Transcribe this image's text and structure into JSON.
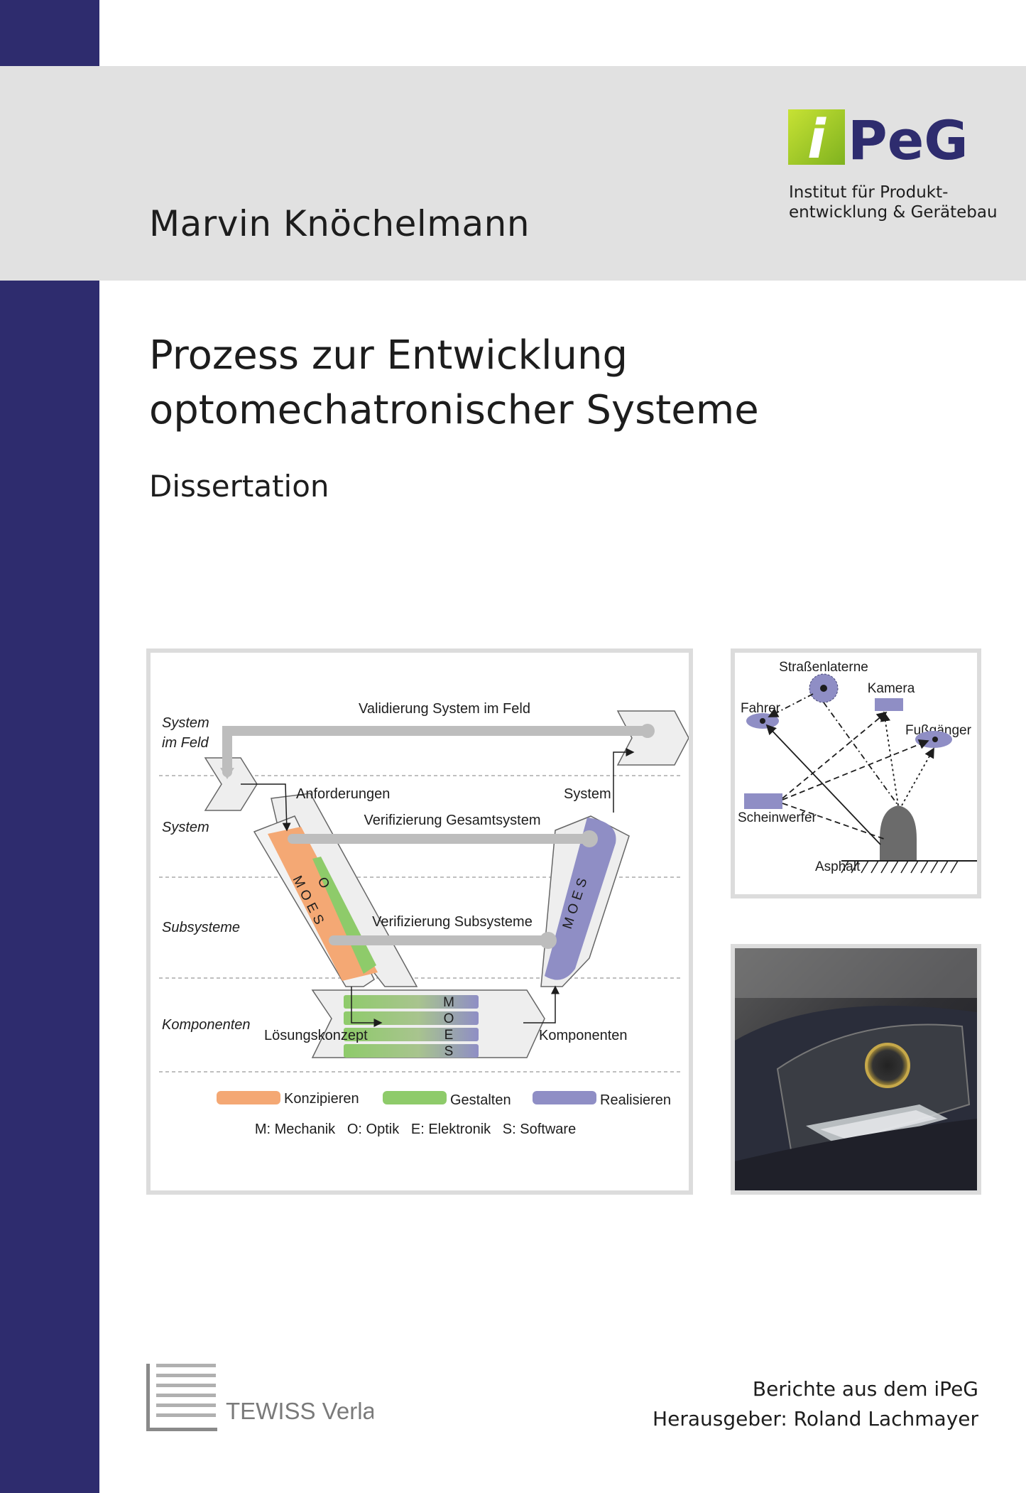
{
  "header": {
    "author": "Marvin Knöchelmann",
    "logo_text": "PeG",
    "logo_i": "i",
    "institute_line1": "Institut für Produkt-",
    "institute_line2": "entwicklung & Gerätebau"
  },
  "title": {
    "line1": "Prozess zur Entwicklung",
    "line2": "optomechatronischer Systeme",
    "subtitle": "Dissertation"
  },
  "process_diagram": {
    "levels": [
      "System im Feld",
      "System",
      "Subsysteme",
      "Komponenten"
    ],
    "level_system_im_feld_line1": "System",
    "level_system_im_feld_line2": "im Feld",
    "validation_feld": "Validierung System im Feld",
    "anforderungen": "Anforderungen",
    "system": "System",
    "verifizierung_gesamt": "Verifizierung Gesamtsystem",
    "verifizierung_sub": "Verifizierung Subsysteme",
    "loesungskonzept": "Lösungskonzept",
    "komponenten": "Komponenten",
    "left_block_letters": "MOES",
    "left_block_o": "O",
    "right_block_letters": "MOES",
    "bottom_letters": [
      "M",
      "O",
      "E",
      "S"
    ],
    "legend": [
      "Konzipieren",
      "Gestalten",
      "Realisieren"
    ],
    "legend_colors": [
      "#f4a874",
      "#8ecb6a",
      "#8f8ec5"
    ],
    "abbreviations": "M: Mechanik   O: Optik   E: Elektronik   S: Software"
  },
  "scene_diagram": {
    "strassenlaterne": "Straßenlaterne",
    "kamera": "Kamera",
    "fahrer": "Fahrer",
    "fussgaenger": "Fußgänger",
    "scheinwerfer": "Scheinwerfer",
    "asphalt": "Asphalt"
  },
  "photo": {
    "subject": "headlamp-photo"
  },
  "footer": {
    "publisher": "TEWISS Verlag",
    "series_line1": "Berichte aus dem iPeG",
    "series_line2": "Herausgeber: Roland Lachmayer"
  }
}
